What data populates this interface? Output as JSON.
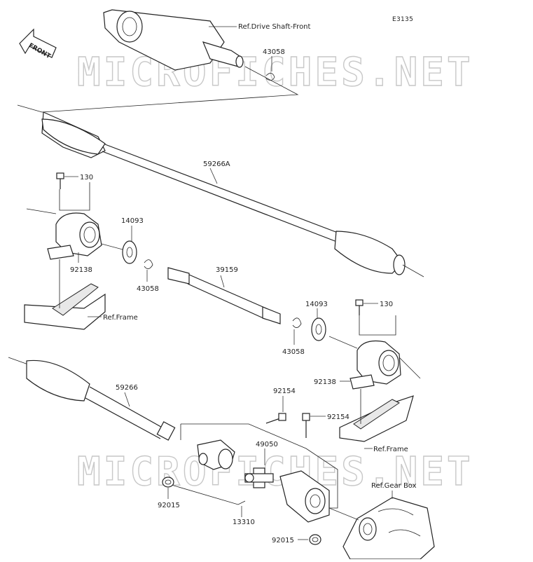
{
  "diagram": {
    "code": "E3135",
    "direction_label": "FRONT",
    "watermark": [
      "MICROFICHES.NET",
      "MICROFICHES.NET"
    ],
    "references": {
      "drive_shaft_front": "Ref.Drive Shaft-Front",
      "frame_upper": "Ref.Frame",
      "frame_lower": "Ref.Frame",
      "gear_box": "Ref.Gear Box"
    },
    "parts": {
      "p43058_top": "43058",
      "p59266A": "59266A",
      "p130_left": "130",
      "p14093_left": "14093",
      "p92138_left": "92138",
      "p43058_left": "43058",
      "p39159": "39159",
      "p14093_right": "14093",
      "p130_right": "130",
      "p43058_right": "43058",
      "p92138_right": "92138",
      "p59266": "59266",
      "p92154_top": "92154",
      "p92154_right": "92154",
      "p49050": "49050",
      "p92015_left": "92015",
      "p13310": "13310",
      "p92015_bottom": "92015"
    }
  }
}
